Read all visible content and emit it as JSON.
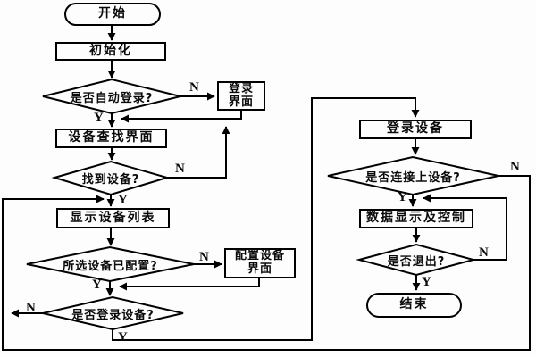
{
  "diagram_type": "flowchart",
  "language": "zh-CN",
  "colors": {
    "line": "#000000",
    "node_fill": "#fdfdfd",
    "text": "#0a0a0a",
    "background": "#fdfdfd"
  },
  "branch_labels": {
    "yes": "Y",
    "no": "N"
  },
  "nodes": {
    "start": {
      "shape": "terminator",
      "label": "开始"
    },
    "init": {
      "shape": "process",
      "label": "初始化"
    },
    "auto_login": {
      "shape": "decision",
      "label": "是否自动登录?"
    },
    "login_ui": {
      "shape": "process",
      "line1": "登录",
      "line2": "界面"
    },
    "device_search": {
      "shape": "process",
      "label": "设备查找界面"
    },
    "device_found": {
      "shape": "decision",
      "label": "找到设备?"
    },
    "device_list": {
      "shape": "process",
      "label": "显示设备列表"
    },
    "device_configured": {
      "shape": "decision",
      "label": "所选设备已配置?"
    },
    "config_ui": {
      "shape": "process",
      "line1": "配置设备",
      "line2": "界面"
    },
    "login_device_q": {
      "shape": "decision",
      "label": "是否登录设备?"
    },
    "login_device": {
      "shape": "process",
      "label": "登录设备"
    },
    "device_connected": {
      "shape": "decision",
      "label": "是否连接上设备?"
    },
    "data_control": {
      "shape": "process",
      "label": "数据显示及控制"
    },
    "exit_q": {
      "shape": "decision",
      "label": "是否退出?"
    },
    "end": {
      "shape": "terminator",
      "label": "结束"
    }
  },
  "edges": [
    {
      "from": "start",
      "to": "init"
    },
    {
      "from": "init",
      "to": "auto_login"
    },
    {
      "from": "auto_login",
      "to": "login_ui",
      "label": "N"
    },
    {
      "from": "auto_login",
      "to": "device_search",
      "label": "Y"
    },
    {
      "from": "login_ui",
      "to": "device_search"
    },
    {
      "from": "device_search",
      "to": "device_found"
    },
    {
      "from": "device_found",
      "to": "device_search",
      "label": "N"
    },
    {
      "from": "device_found",
      "to": "device_list",
      "label": "Y"
    },
    {
      "from": "device_list",
      "to": "device_configured"
    },
    {
      "from": "device_configured",
      "to": "config_ui",
      "label": "N"
    },
    {
      "from": "device_configured",
      "to": "login_device_q",
      "label": "Y"
    },
    {
      "from": "config_ui",
      "to": "login_device_q"
    },
    {
      "from": "login_device_q",
      "to": "device_list",
      "label": "N"
    },
    {
      "from": "login_device_q",
      "to": "login_device",
      "label": "Y"
    },
    {
      "from": "login_device",
      "to": "device_connected"
    },
    {
      "from": "device_connected",
      "to": "device_list",
      "label": "N"
    },
    {
      "from": "device_connected",
      "to": "data_control",
      "label": "Y"
    },
    {
      "from": "data_control",
      "to": "exit_q"
    },
    {
      "from": "exit_q",
      "to": "data_control",
      "label": "N"
    },
    {
      "from": "exit_q",
      "to": "end",
      "label": "Y"
    }
  ]
}
